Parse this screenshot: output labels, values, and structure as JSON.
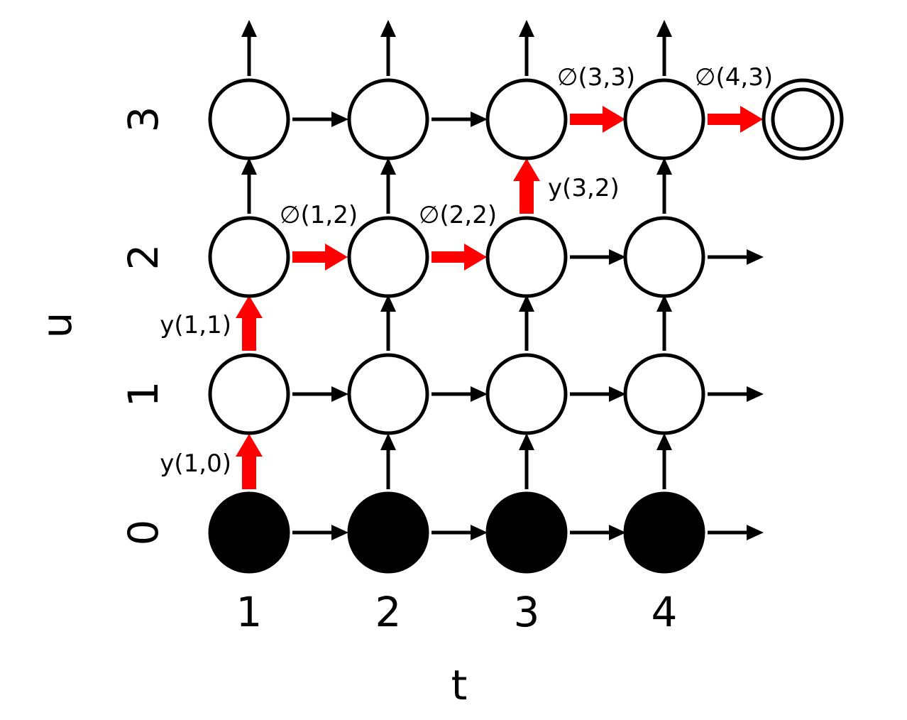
{
  "axes": {
    "x_label": "t",
    "y_label": "u",
    "x_ticks": [
      "1",
      "2",
      "3",
      "4"
    ],
    "y_ticks": [
      "0",
      "1",
      "2",
      "3"
    ]
  },
  "colors": {
    "node_fill": "#ffffff",
    "node_stroke": "#000000",
    "filled_node": "#000000",
    "edge": "#000000",
    "path_edge": "#ff0000"
  },
  "nodes": {
    "filled_row_u": 0,
    "final_node": {
      "t": 5,
      "u": 3
    }
  },
  "path_edges": [
    {
      "from": [
        1,
        0
      ],
      "to": [
        1,
        1
      ],
      "label": "y(1,0)"
    },
    {
      "from": [
        1,
        1
      ],
      "to": [
        1,
        2
      ],
      "label": "y(1,1)"
    },
    {
      "from": [
        1,
        2
      ],
      "to": [
        2,
        2
      ],
      "label": "∅(1,2)"
    },
    {
      "from": [
        2,
        2
      ],
      "to": [
        3,
        2
      ],
      "label": "∅(2,2)"
    },
    {
      "from": [
        3,
        2
      ],
      "to": [
        3,
        3
      ],
      "label": "y(3,2)"
    },
    {
      "from": [
        3,
        3
      ],
      "to": [
        4,
        3
      ],
      "label": "∅(3,3)"
    },
    {
      "from": [
        4,
        3
      ],
      "to": [
        5,
        3
      ],
      "label": "∅(4,3)"
    }
  ]
}
